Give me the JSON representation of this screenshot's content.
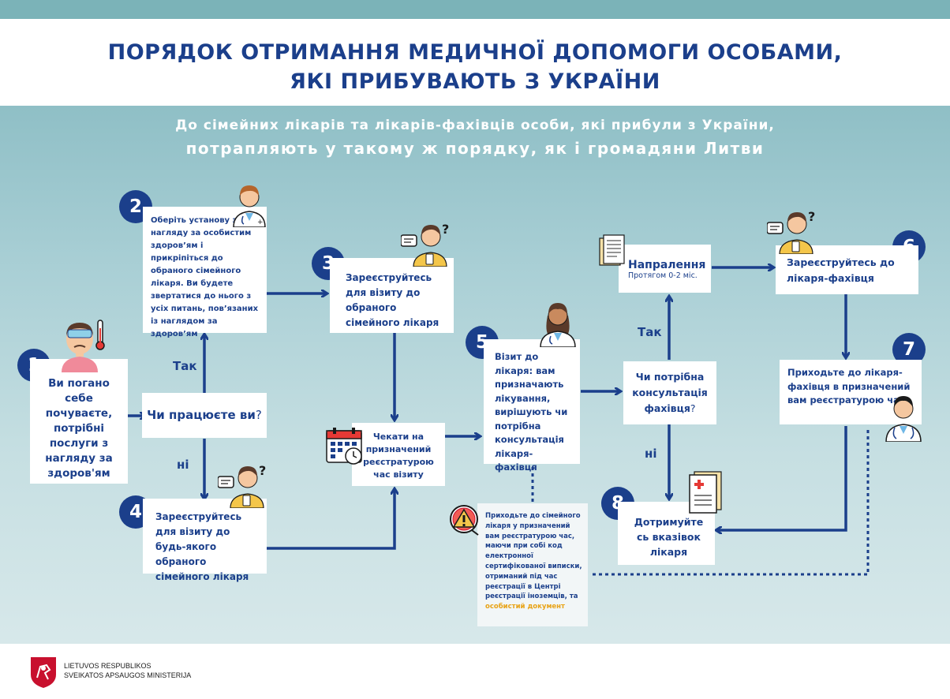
{
  "title": {
    "line1": "ПОРЯДОК ОТРИМАННЯ МЕДИЧНОЇ ДОПОМОГИ ОСОБАМИ,",
    "line2": "ЯКІ ПРИБУВАЮТЬ З УКРАЇНИ"
  },
  "subtitle": {
    "line1": "До сімейних лікарів та лікарів-фахівців особи, які прибули з України,",
    "line2": "потрапляють у такому ж порядку, як і громадяни Литви"
  },
  "steps": {
    "s1": {
      "num": "1",
      "text": "Ви погано себе почуваєте, потрібні послуги з нагляду за здоров'ям"
    },
    "s2": {
      "num": "2",
      "text": "Оберіть установу з нагляду за особистим здоров’ям і прикріпіться до обраного сімейного лікаря. Ви будете звертатися до нього з усіх питань, пов’язаних із наглядом за здоров’ям"
    },
    "s3": {
      "num": "3",
      "text": "Зареєструйтесь для візиту до обраного сімейного лікаря"
    },
    "s4": {
      "num": "4",
      "text": "Зареєструйтесь для візиту до будь-якого обраного сімейного лікаря"
    },
    "s5": {
      "num": "5",
      "text": "Візит до лікаря: вам призначають лікування, вирішують чи потрібна консультація лікаря-фахівця"
    },
    "s6": {
      "num": "6",
      "text": "Зареєструйтесь до лікаря-фахівця"
    },
    "s7": {
      "num": "7",
      "text": "Приходьте до лікаря-фахівця в призначений вам реєстратурою час"
    },
    "s8": {
      "num": "8",
      "text": "Дотримуйте сь вказівок лікаря"
    }
  },
  "decisions": {
    "work": {
      "prefix": "Чи працюєте ви",
      "suffix": "?"
    },
    "specialist": {
      "prefix": "Чи потрібна консультація фахівця",
      "suffix": "?"
    }
  },
  "wait_box": "Чекати на призначений реєстратурою час візиту",
  "referral": {
    "title": "Напралення",
    "sub": "Протягом 0-2 міс."
  },
  "labels": {
    "yes1": "Так",
    "no1": "ні",
    "yes2": "Так",
    "no2": "ні"
  },
  "note": {
    "text": "Приходьте до сімейного лікаря у призначений вам реєстратурою час, маючи при собі код електронної сертифікованої виписки, отриманий під час реєстрації в Центрі реєстрації іноземців, та",
    "highlight": "особистий документ",
    "highlight_color": "#e8a317"
  },
  "footer": {
    "line1": "LIETUVOS RESPUBLIKOS",
    "line2": "SVEIKATOS APSAUGOS MINISTERIJA"
  },
  "colors": {
    "primary": "#1b3f8b",
    "accent_red": "#c8102e",
    "teal": "#7bb3b8"
  },
  "icons": [
    "thermometer-icon",
    "doctor-icon",
    "patient-phone-icon",
    "calendar-clock-icon",
    "documents-icon",
    "warning-icon",
    "medical-report-icon",
    "coat-of-arms-icon"
  ]
}
